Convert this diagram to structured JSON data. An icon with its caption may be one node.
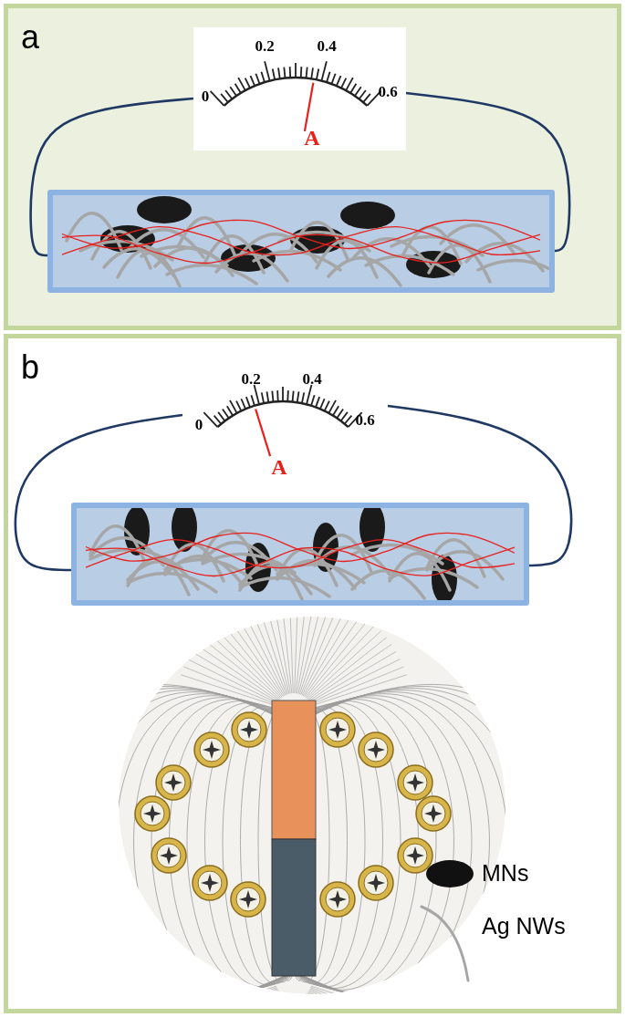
{
  "diagram": {
    "nodes": [
      {
        "text": [
          "a"
        ]
      },
      {
        "text": [
          "0",
          "0.2",
          "0.4",
          "0.6",
          "A"
        ],
        "in": 0
      },
      {
        "text": [],
        "shape": "box",
        "in": 0
      },
      {
        "text": [
          "b"
        ]
      },
      {
        "text": [
          "0",
          "0.2",
          "0.4",
          "0.6",
          "A"
        ],
        "in": 3
      },
      {
        "text": [],
        "shape": "box",
        "in": 3
      }
    ],
    "edges": [
      {
        "from": 1,
        "to": 2,
        "arrow": "none"
      },
      {
        "from": 1,
        "to": 2,
        "arrow": "none"
      },
      {
        "from": 4,
        "to": 5,
        "arrow": "none"
      },
      {
        "from": 4,
        "to": 5,
        "arrow": "none"
      }
    ],
    "legend": [
      {
        "text": "MNs"
      },
      {
        "text": "Ag NWs"
      }
    ]
  }
}
